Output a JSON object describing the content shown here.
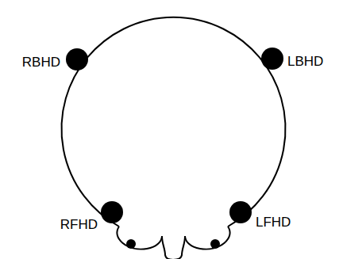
{
  "diagram": {
    "labels": [
      "RBHD",
      "LBHD",
      "RFHD",
      "LFHD"
    ]
  }
}
